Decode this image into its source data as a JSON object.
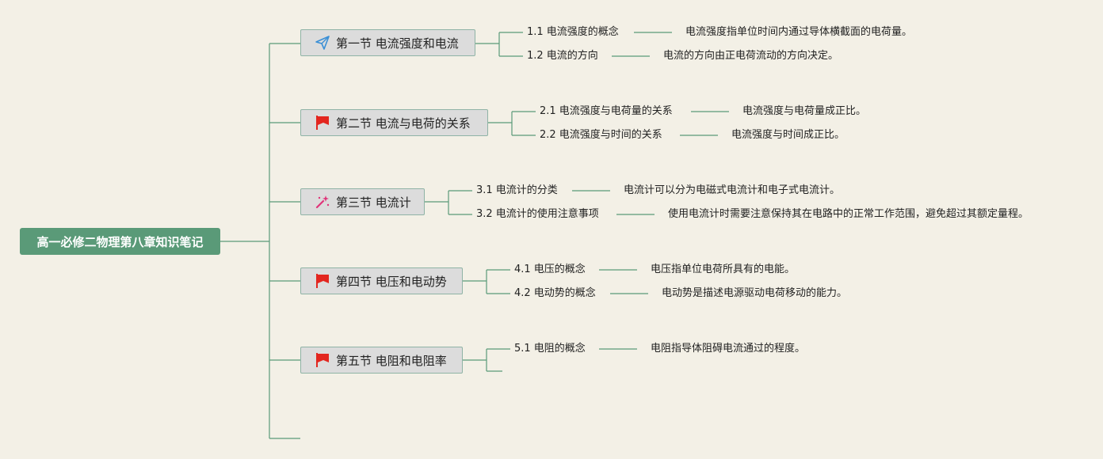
{
  "root": {
    "title": "高一必修二物理第八章知识笔记"
  },
  "colors": {
    "line": "#5a9a78",
    "root_bg": "#5a9a78",
    "node_bg": "#dcdcdc",
    "node_border": "#8fb3a6",
    "background": "#f3f0e6"
  },
  "sections": [
    {
      "title": "第一节 电流强度和电流",
      "icon": "paper-plane-icon",
      "items": [
        {
          "topic": "1.1 电流强度的概念",
          "detail": "电流强度指单位时间内通过导体横截面的电荷量。"
        },
        {
          "topic": "1.2 电流的方向",
          "detail": "电流的方向由正电荷流动的方向决定。"
        }
      ]
    },
    {
      "title": "第二节 电流与电荷的关系",
      "icon": "red-flag-icon",
      "items": [
        {
          "topic": "2.1 电流强度与电荷量的关系",
          "detail": "电流强度与电荷量成正比。"
        },
        {
          "topic": "2.2 电流强度与时间的关系",
          "detail": "电流强度与时间成正比。"
        }
      ]
    },
    {
      "title": "第三节 电流计",
      "icon": "magic-wand-icon",
      "items": [
        {
          "topic": "3.1 电流计的分类",
          "detail": "电流计可以分为电磁式电流计和电子式电流计。"
        },
        {
          "topic": "3.2 电流计的使用注意事项",
          "detail": "使用电流计时需要注意保持其在电路中的正常工作范围，避免超过其额定量程。"
        }
      ]
    },
    {
      "title": "第四节 电压和电动势",
      "icon": "red-flag-icon",
      "items": [
        {
          "topic": "4.1 电压的概念",
          "detail": "电压指单位电荷所具有的电能。"
        },
        {
          "topic": "4.2 电动势的概念",
          "detail": "电动势是描述电源驱动电荷移动的能力。"
        }
      ]
    },
    {
      "title": "第五节 电阻和电阻率",
      "icon": "red-flag-icon",
      "items": [
        {
          "topic": "5.1 电阻的概念",
          "detail": "电阻指导体阻碍电流通过的程度。"
        },
        {
          "topic": "",
          "detail": ""
        }
      ]
    }
  ]
}
